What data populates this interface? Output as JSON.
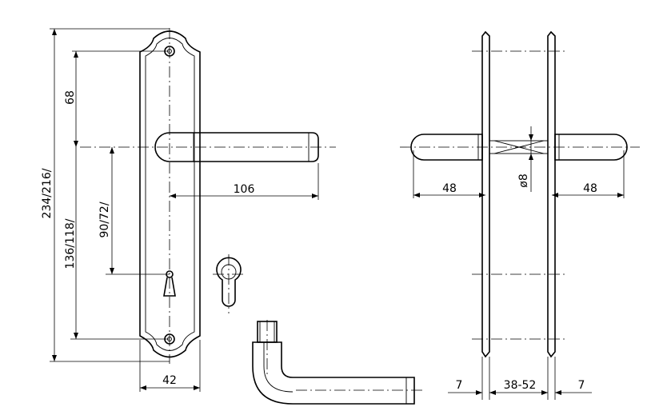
{
  "dimensions": {
    "top_to_handle": "68",
    "handle_length": "106",
    "plate_total": "234/216/",
    "hole_spacing": "136/118/",
    "handle_to_key": "90/72/",
    "plate_width": "42",
    "lever_left": "48",
    "lever_right": "48",
    "spindle": "ø8",
    "plate_thickness_left": "7",
    "door_thickness": "38-52",
    "plate_thickness_right": "7"
  }
}
